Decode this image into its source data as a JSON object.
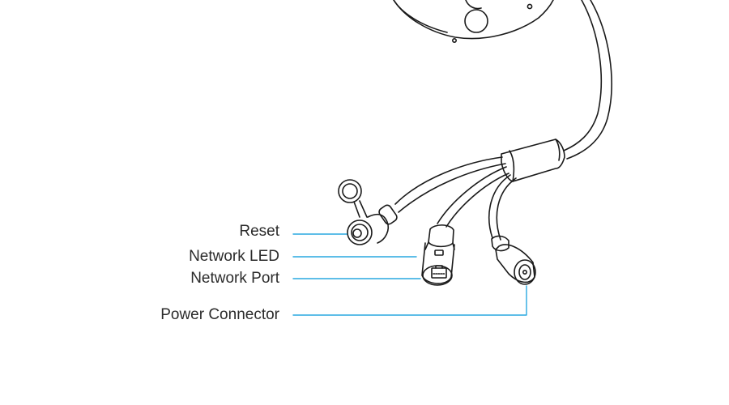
{
  "labels": {
    "reset": "Reset",
    "network_led": "Network LED",
    "network_port": "Network Port",
    "power_connector": "Power Connector"
  },
  "colors": {
    "line_art": "#1a1a1a",
    "leader": "#29a9e0",
    "text": "#2b2b2b",
    "background": "#ffffff"
  }
}
